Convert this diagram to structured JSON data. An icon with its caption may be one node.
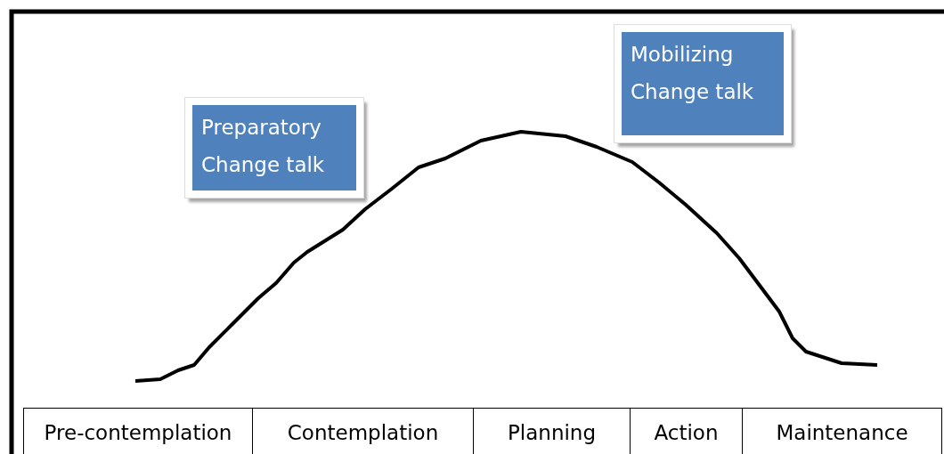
{
  "diagram": {
    "nodes": [
      {
        "text": [
          "Preparatory Change talk"
        ]
      },
      {
        "text": [
          "Mobilizing Change talk"
        ]
      }
    ],
    "labels": [
      "Pre-contemplation",
      "Contemplation",
      "Planning",
      "Action",
      "Maintenance"
    ]
  }
}
